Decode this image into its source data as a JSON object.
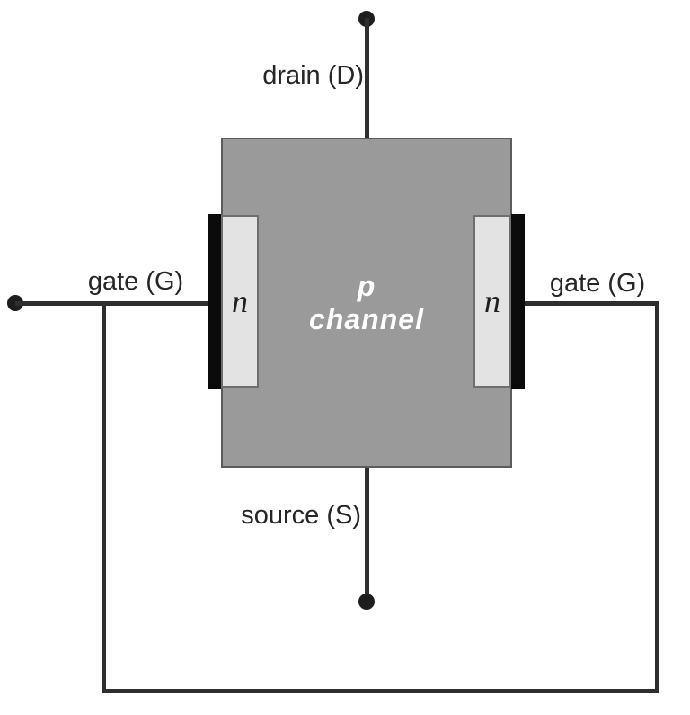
{
  "diagram_type": "p-channel JFET construction diagram",
  "terminals": {
    "drain": {
      "label": "drain (D)"
    },
    "source": {
      "label": "source (S)"
    },
    "gate_left": {
      "label": "gate (G)"
    },
    "gate_right": {
      "label": "gate (G)"
    }
  },
  "regions": {
    "channel": {
      "label_line1": "p",
      "label_line2": "channel"
    },
    "n_left": {
      "label": "n"
    },
    "n_right": {
      "label": "n"
    }
  },
  "colors": {
    "background": "#ffffff",
    "channel_fill": "#9a9a9a",
    "channel_border": "#5c5c5c",
    "channel_text": "#ffffff",
    "n_region_fill": "#e3e3e3",
    "n_region_border": "#6e6e6e",
    "gate_bar": "#0b0b0b",
    "wire": "#2e2e2e",
    "terminal_dot": "#1d1d1d",
    "label_text": "#262626"
  }
}
